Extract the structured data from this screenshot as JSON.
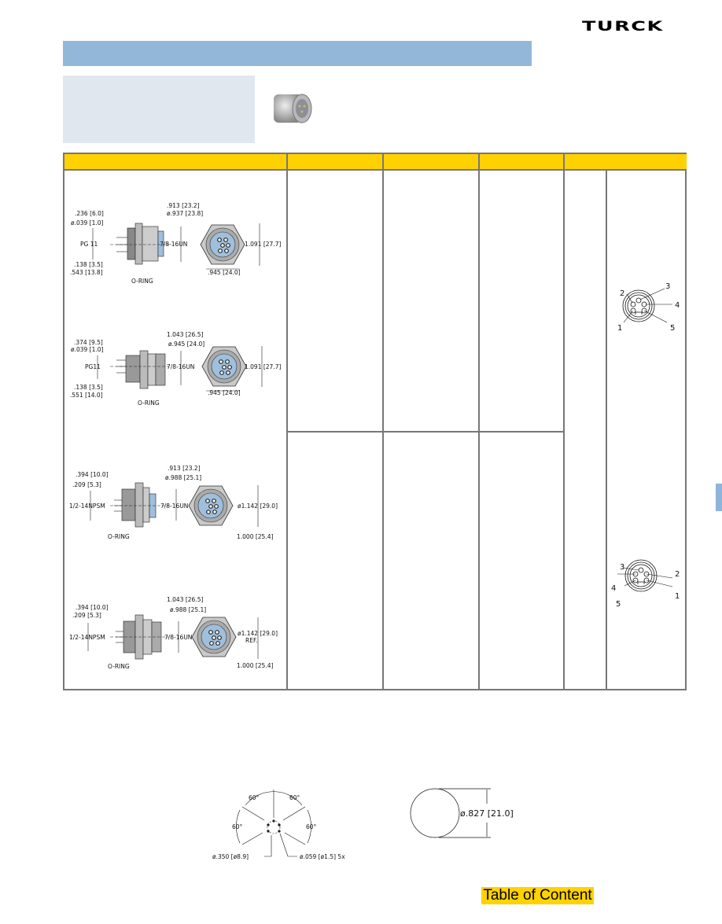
{
  "header": {
    "logo": "TURCK"
  },
  "footer": {
    "toc_link": "Table of Content"
  },
  "drawings": [
    {
      "labels": [
        ".913 [23.2]",
        "ø.937 [23.8]",
        ".236 [6.0]",
        "ø.039 [1.0]",
        "PG 11",
        "7/8-16UN",
        "1.091 [27.7]",
        ".138 [3.5]",
        ".543 [13.8]",
        ".945 [24.0]",
        "O-RING"
      ]
    },
    {
      "labels": [
        "1.043 [26.5]",
        "ø.945 [24.0]",
        ".374 [9.5]",
        "ø.039 [1.0]",
        "PG11",
        "7/8-16UN",
        "1.091 [27.7]",
        ".138 [3.5]",
        ".551 [14.0]",
        ".945 [24.0]",
        "O-RING"
      ]
    },
    {
      "labels": [
        ".913 [23.2]",
        ".394 [10.0]",
        "ø.988 [25.1]",
        ".209 [5.3]",
        "1/2-14NPSM",
        "7/8-16UN",
        "ø1.142 [29.0]",
        "O-RING",
        "1.000 [25.4]"
      ]
    },
    {
      "labels": [
        "1.043 [26.5]",
        ".394 [10.0]",
        "ø.988 [25.1]",
        ".209 [5.3]",
        "1/2-14NPSM",
        "7/8-16UN",
        "ø1.142 [29.0]",
        "REF.",
        "O-RING",
        "1.000 [25.4]"
      ]
    }
  ],
  "pinouts": [
    {
      "pins": [
        "1",
        "2",
        "3",
        "4",
        "5"
      ]
    },
    {
      "pins": [
        "1",
        "2",
        "3",
        "4",
        "5"
      ]
    }
  ],
  "cutout": {
    "angles": [
      "60°",
      "60°",
      "60°",
      "60°"
    ],
    "pin_circle": "ø.350 [ø8.9]",
    "pin_holes": "ø.059 [ø1.5] 5x",
    "hole_dia": "ø.827 [21.0]"
  },
  "colors": {
    "header_yellow": "#ffd100",
    "bar_blue": "#93b7d9",
    "connector_blue": "#9fbfdc"
  }
}
